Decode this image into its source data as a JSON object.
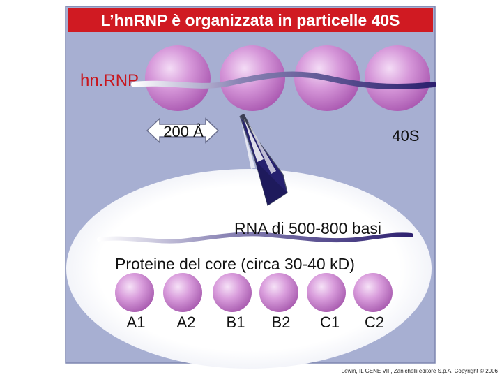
{
  "title": "L’hnRNP è organizzata in particelle 40S",
  "labels": {
    "hnrnp": "hn.RNP",
    "distance": "200 Å",
    "particle": "40S",
    "rna": "RNA di 500-800 basi",
    "proteins_heading": "Proteine del core (circa 30-40 kD)"
  },
  "proteins": [
    "A1",
    "A2",
    "B1",
    "B2",
    "C1",
    "C2"
  ],
  "credit": "Lewin, IL GENE VIII, Zanichelli editore S.p.A. Copyright © 2006",
  "colors": {
    "frame_bg": "#a7afd2",
    "title_bar": "#d01a22",
    "hnrnp_label": "#c8161d",
    "sphere": "#c77fcb",
    "rna_strand": "#3a2a7a",
    "arrow": "#25206e"
  }
}
